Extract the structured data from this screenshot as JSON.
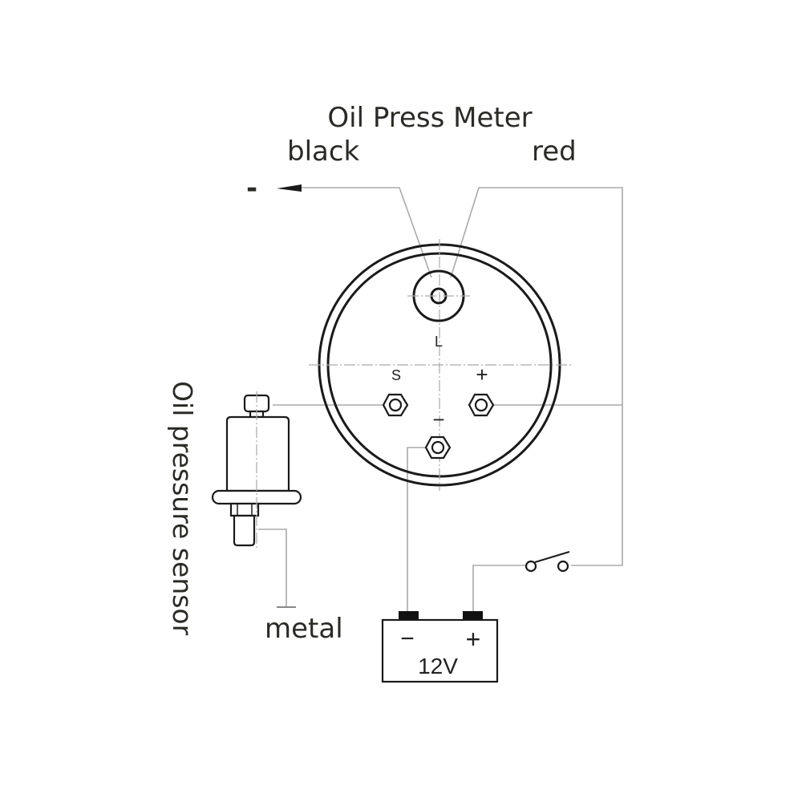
{
  "title": "Oil Press Meter",
  "wires": {
    "black": "black",
    "red": "red",
    "negative_symbol": "-"
  },
  "gauge": {
    "terminal_l": "L",
    "terminal_s": "S",
    "terminal_plus": "+",
    "terminal_minus": "−"
  },
  "sensor": {
    "label": "Oil pressure sensor"
  },
  "ground": {
    "label": "metal"
  },
  "battery": {
    "voltage": "12V",
    "minus": "−",
    "plus": "+"
  },
  "colors": {
    "text": "#2b2b26",
    "line": "#1a1a1a",
    "wire": "#aaaaaa"
  }
}
